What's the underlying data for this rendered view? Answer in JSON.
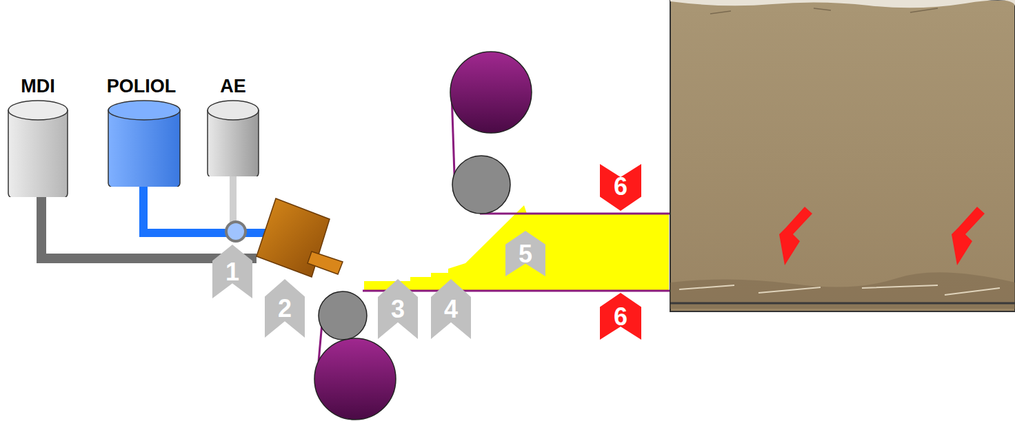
{
  "diagram": {
    "nodes": [
      {
        "text": [
          "MDI"
        ]
      },
      {
        "text": [
          "POLIOL"
        ]
      },
      {
        "text": [
          "AE"
        ]
      },
      {
        "text": [
          "1"
        ]
      },
      {
        "text": [
          "2"
        ]
      },
      {
        "text": [
          "3"
        ]
      },
      {
        "text": [
          "4"
        ]
      },
      {
        "text": [
          "5"
        ]
      },
      {
        "text": [
          "6"
        ]
      },
      {
        "text": [
          "6"
        ]
      }
    ]
  }
}
